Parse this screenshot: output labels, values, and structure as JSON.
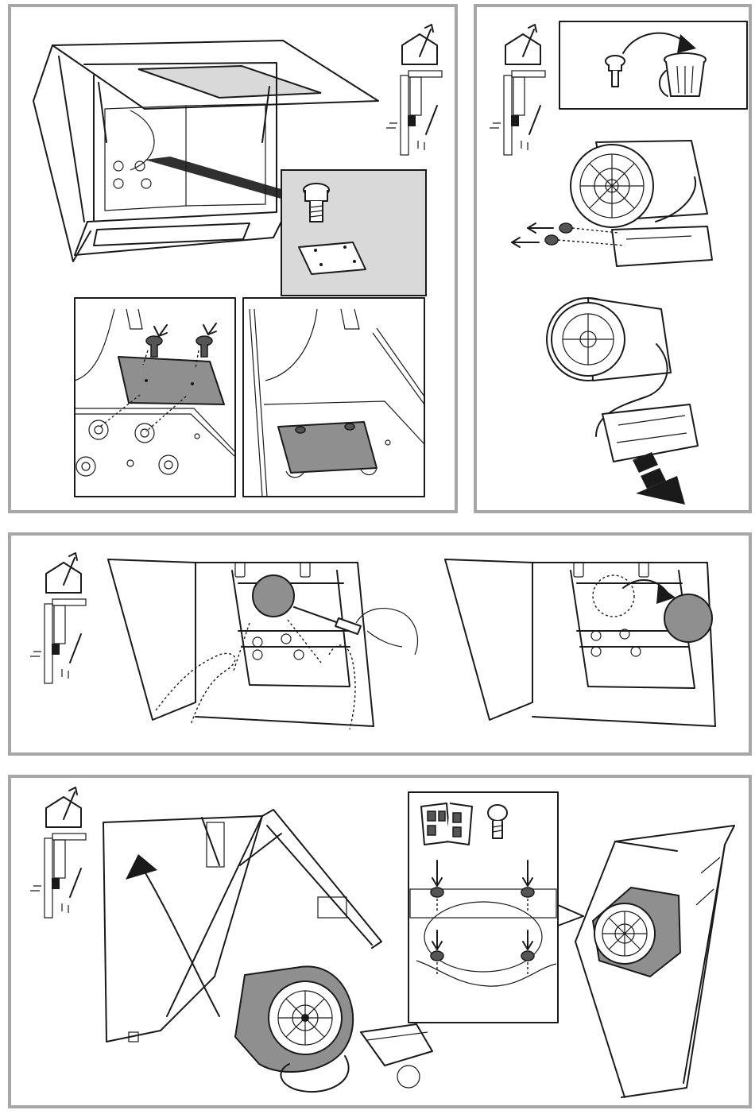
{
  "colors": {
    "panel_border": "#a7a7a7",
    "line": "#1a1a1a",
    "callout_fill": "#d9d9d9",
    "plate_fill": "#8f8f8f",
    "background": "#ffffff"
  },
  "icons": [
    "house-vent-icon",
    "wall-duct-icon",
    "torx-screw-icon",
    "trash-bin-icon",
    "instruction-booklet-icon",
    "motor-blower-icon",
    "screwdriver-icon",
    "hand-icon"
  ],
  "steps": [
    {
      "id": "remove-mounting-plate",
      "panes": 3
    },
    {
      "id": "remove-motor-unit",
      "panes": 1
    },
    {
      "id": "remove-cover-disc",
      "panes": 2
    },
    {
      "id": "install-motor",
      "panes": 2
    }
  ]
}
